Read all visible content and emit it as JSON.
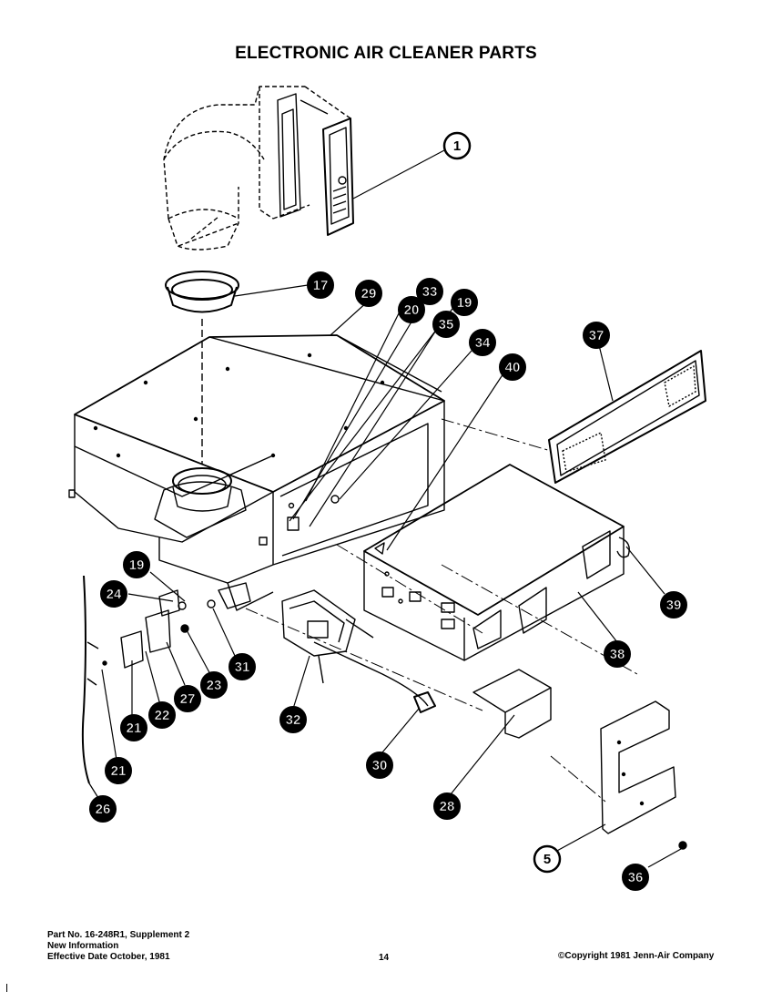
{
  "title": "ELECTRONIC AIR CLEANER PARTS",
  "callouts": [
    {
      "label": "1",
      "style": "outline"
    },
    {
      "label": "17",
      "style": "solid"
    },
    {
      "label": "29",
      "style": "solid"
    },
    {
      "label": "33",
      "style": "solid"
    },
    {
      "label": "20",
      "style": "solid"
    },
    {
      "label": "19",
      "style": "solid"
    },
    {
      "label": "35",
      "style": "solid"
    },
    {
      "label": "34",
      "style": "solid"
    },
    {
      "label": "40",
      "style": "solid"
    },
    {
      "label": "37",
      "style": "solid"
    },
    {
      "label": "19",
      "style": "solid"
    },
    {
      "label": "24",
      "style": "solid"
    },
    {
      "label": "31",
      "style": "solid"
    },
    {
      "label": "23",
      "style": "solid"
    },
    {
      "label": "27",
      "style": "solid"
    },
    {
      "label": "22",
      "style": "solid"
    },
    {
      "label": "21",
      "style": "solid"
    },
    {
      "label": "21",
      "style": "solid"
    },
    {
      "label": "26",
      "style": "solid"
    },
    {
      "label": "32",
      "style": "solid"
    },
    {
      "label": "30",
      "style": "solid"
    },
    {
      "label": "28",
      "style": "solid"
    },
    {
      "label": "39",
      "style": "solid"
    },
    {
      "label": "38",
      "style": "solid"
    },
    {
      "label": "5",
      "style": "outline"
    },
    {
      "label": "36",
      "style": "solid"
    }
  ],
  "footer": {
    "part_no": "Part No. 16-248R1, Supplement 2",
    "info": "New Information",
    "effective": "Effective Date October, 1981",
    "page": "14",
    "copyright": "©Copyright 1981 Jenn-Air Company"
  },
  "colors": {
    "ink": "#000000",
    "paper": "#ffffff",
    "callout_fill": "#000000",
    "callout_text_on_fill": "#ffffff"
  }
}
